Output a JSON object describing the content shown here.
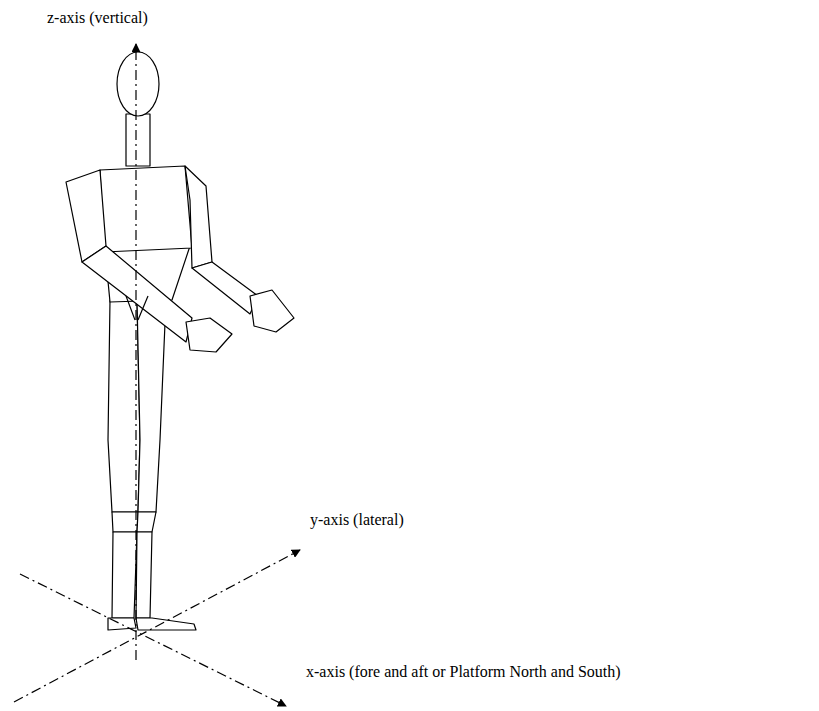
{
  "diagram": {
    "labels": [
      "z-axis (vertical)",
      "y-axis (lateral)",
      "x-axis (fore and aft or Platform North and South)"
    ]
  }
}
